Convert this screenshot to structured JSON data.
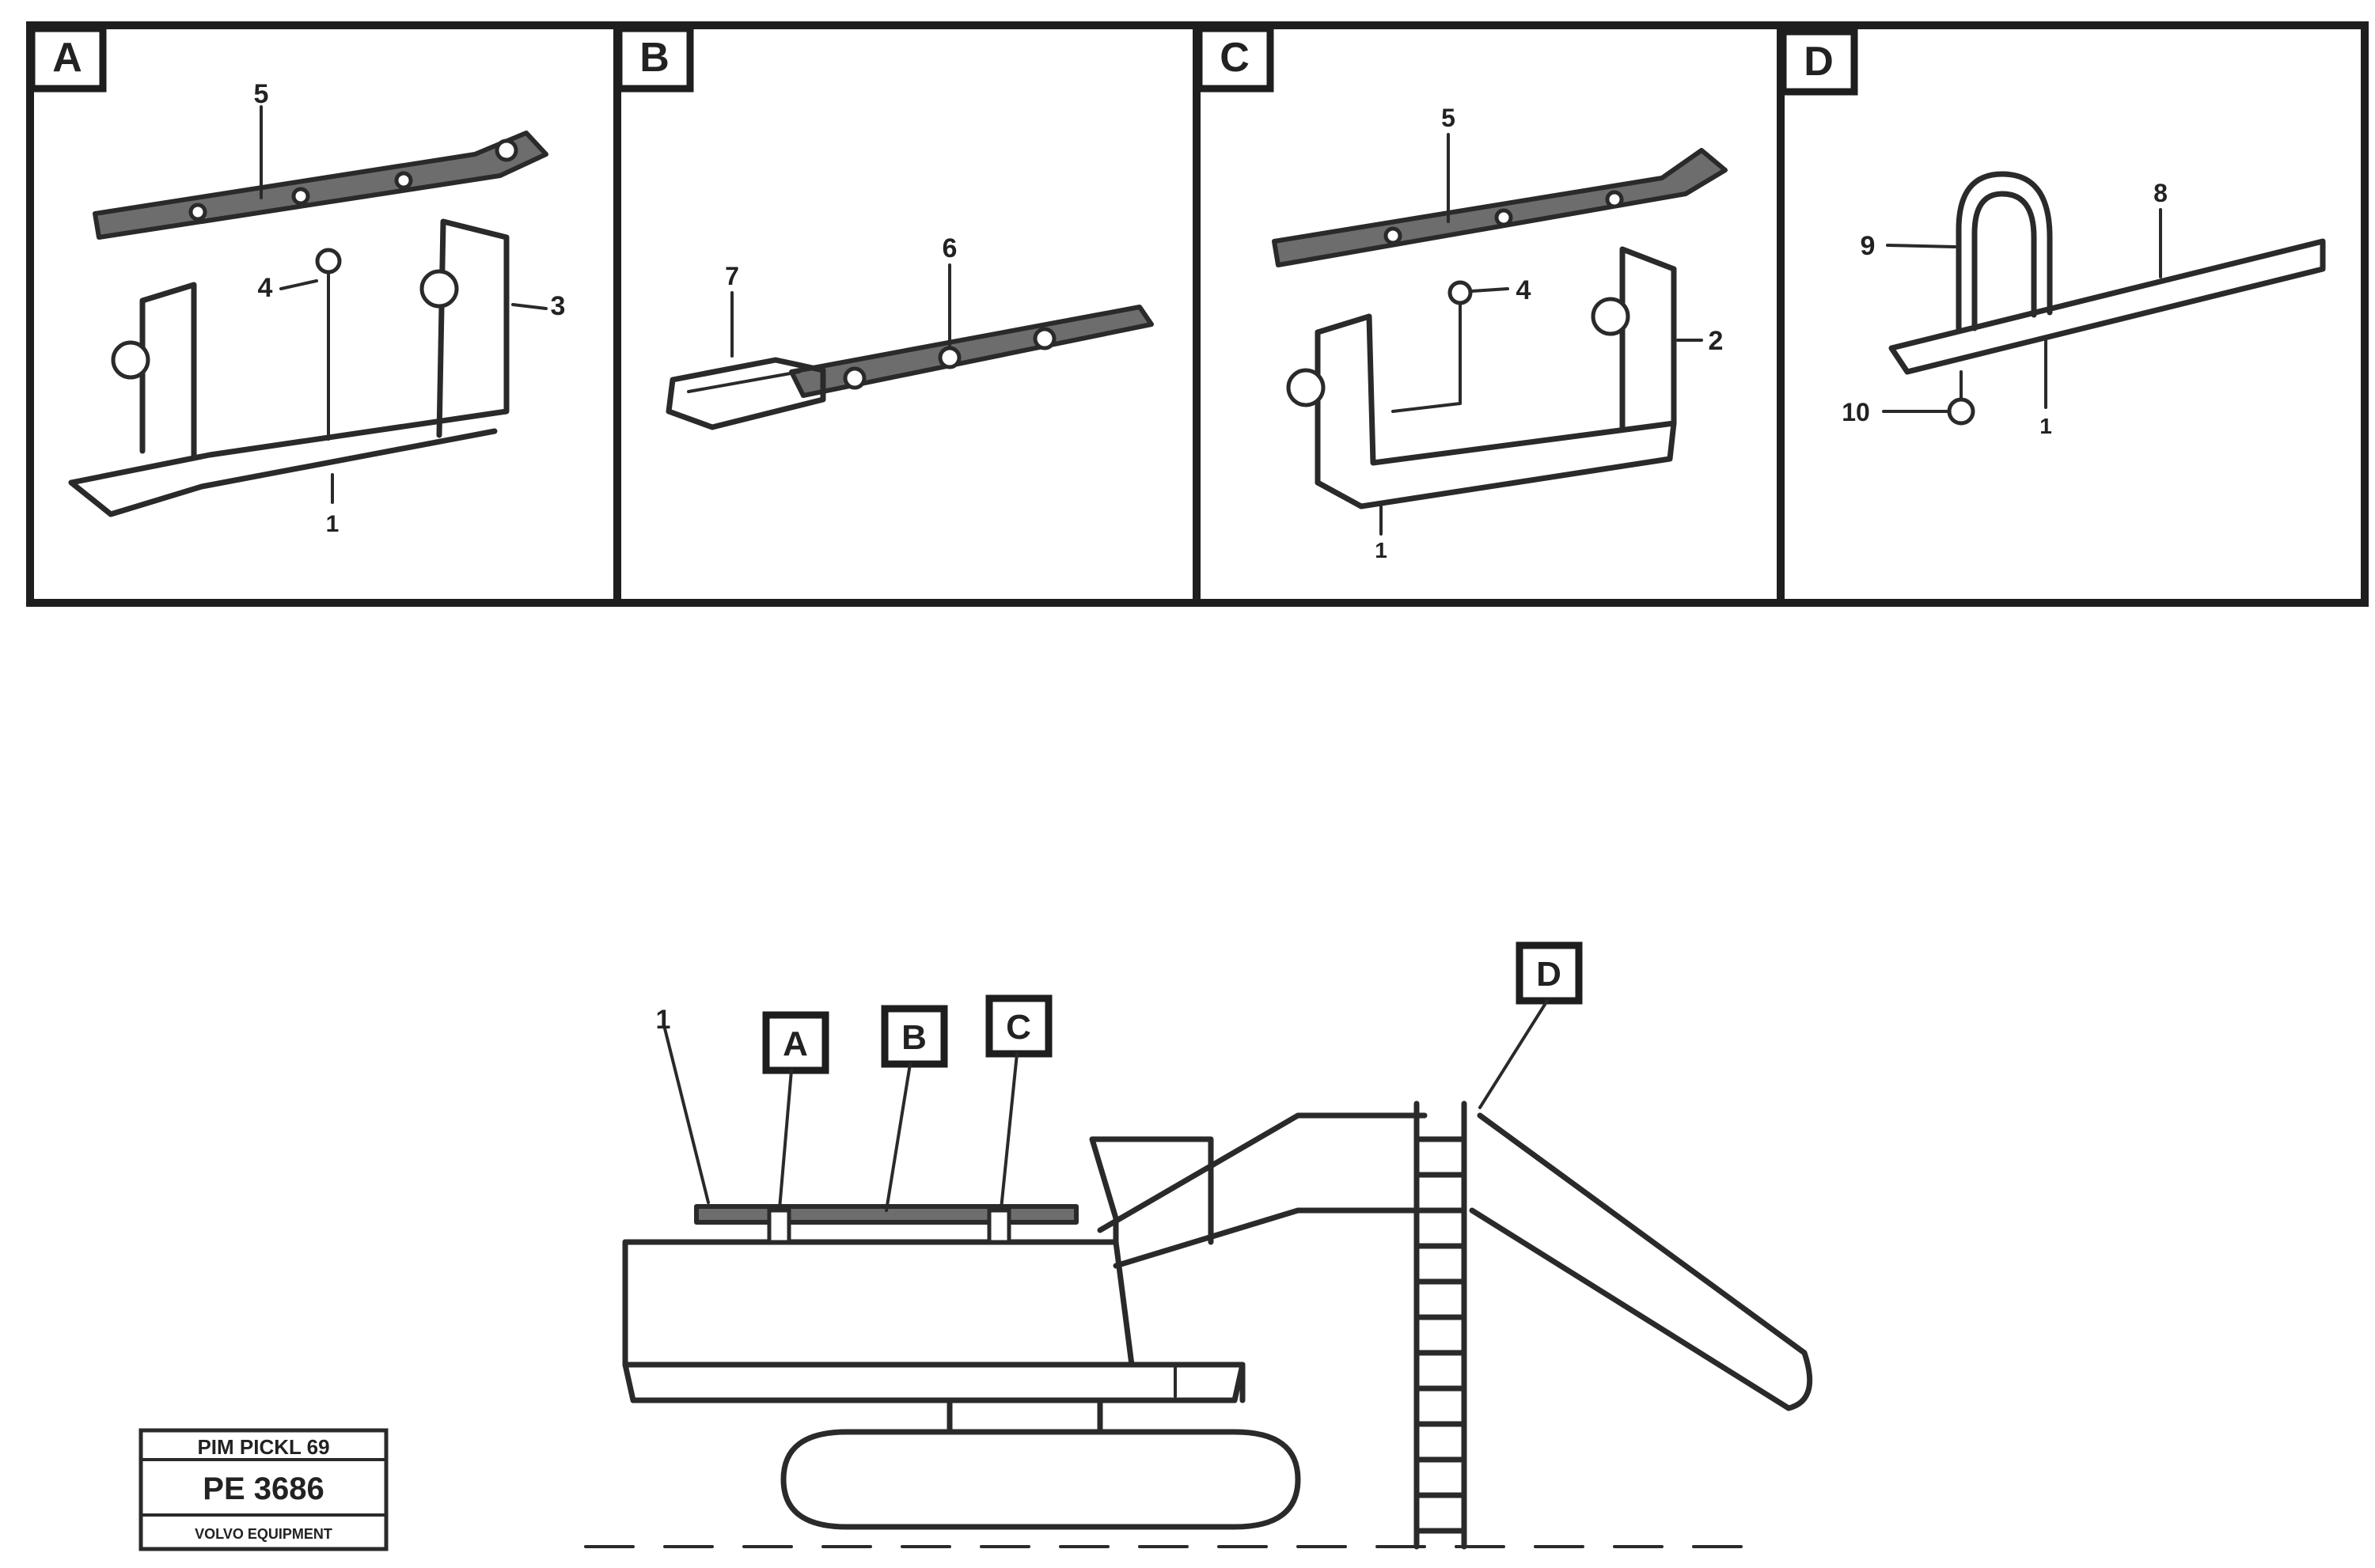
{
  "panels": [
    {
      "letter": "A",
      "callouts": [
        "5",
        "4",
        "3",
        "1"
      ]
    },
    {
      "letter": "B",
      "callouts": [
        "7",
        "6"
      ]
    },
    {
      "letter": "C",
      "callouts": [
        "5",
        "4",
        "2",
        "1"
      ]
    },
    {
      "letter": "D",
      "callouts": [
        "9",
        "8",
        "10",
        "1"
      ]
    }
  ],
  "overview": {
    "callouts": [
      "1",
      "A",
      "B",
      "C",
      "D"
    ]
  },
  "stamp": {
    "line1": "PIM PICKL 69",
    "line2": "PE 3686",
    "line3": "VOLVO EQUIPMENT"
  }
}
